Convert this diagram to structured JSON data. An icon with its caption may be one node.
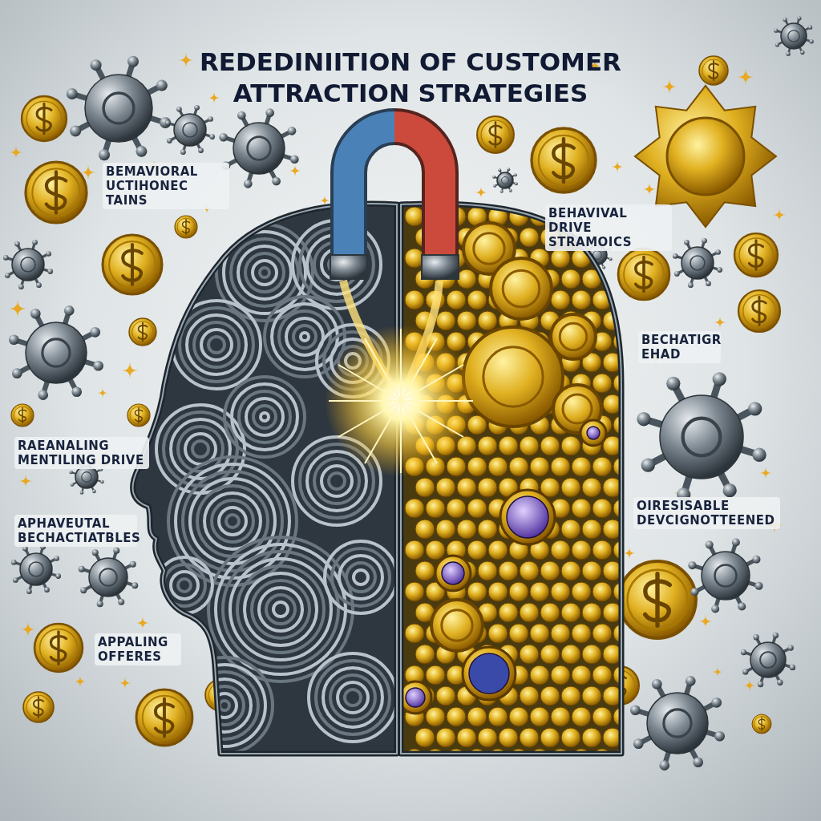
{
  "diagram": {
    "title": "REDEDINIITION OF CUSTOMER ATTRACTION STRATEGIES",
    "labels": [
      "BEMAVIORAL UCTIHONEC TAINS",
      "BEHAVIVAL DRIVE STRAMOICS",
      "BECHATIGR EHAD",
      "RAEANALING MENTILING DRIVE",
      "APHAVEUTAL BECHACTIATBLES",
      "OIRESISABLE DEVCIGNOTTEENED",
      "APPALING OFFERES"
    ]
  }
}
